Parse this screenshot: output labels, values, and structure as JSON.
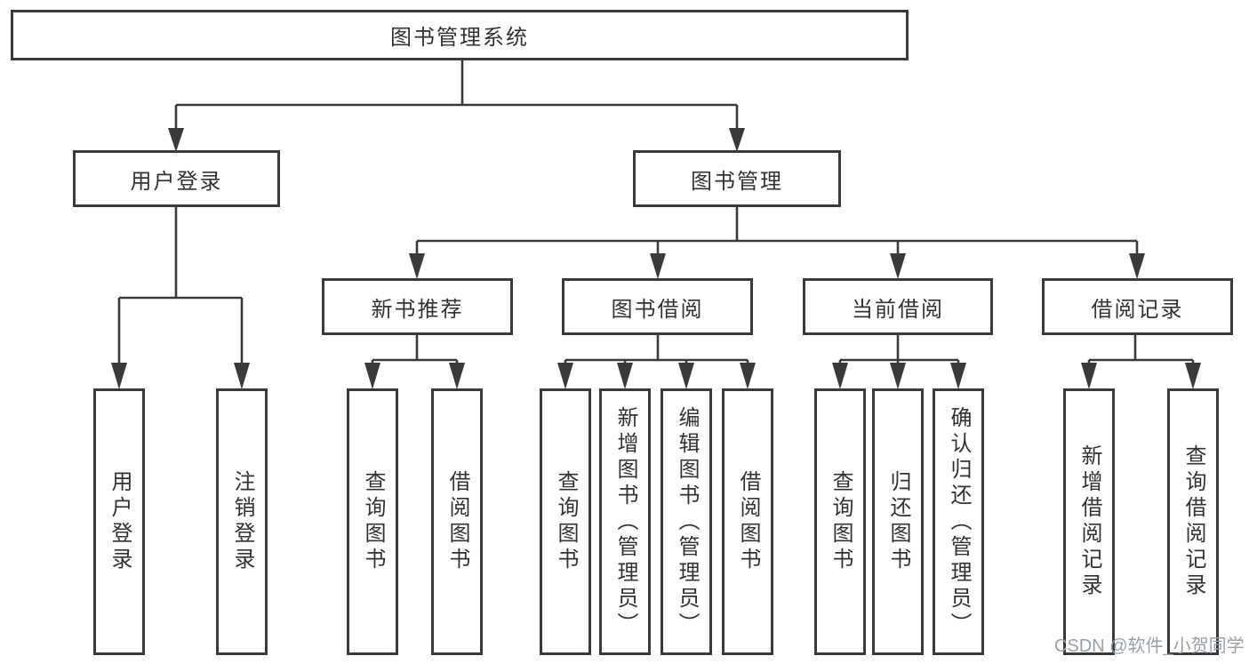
{
  "colors": {
    "line": "#3a3a3a",
    "box_border": "#3a3a3a",
    "text": "#333333",
    "watermark": "#9aa0a8",
    "background": "#ffffff"
  },
  "tree": {
    "root": "图书管理系统",
    "branches": [
      {
        "label": "用户登录",
        "children": [
          "用户登录",
          "注销登录"
        ]
      },
      {
        "label": "图书管理",
        "groups": [
          {
            "label": "新书推荐",
            "children": [
              "查询图书",
              "借阅图书"
            ]
          },
          {
            "label": "图书借阅",
            "children": [
              "查询图书",
              "新增图书（管理员）",
              "编辑图书（管理员）",
              "借阅图书"
            ]
          },
          {
            "label": "当前借阅",
            "children": [
              "查询图书",
              "归还图书",
              "确认归还（管理员）"
            ]
          },
          {
            "label": "借阅记录",
            "children": [
              "新增借阅记录",
              "查询借阅记录"
            ]
          }
        ]
      }
    ]
  },
  "watermark": "CSDN @软件_小贺同学"
}
